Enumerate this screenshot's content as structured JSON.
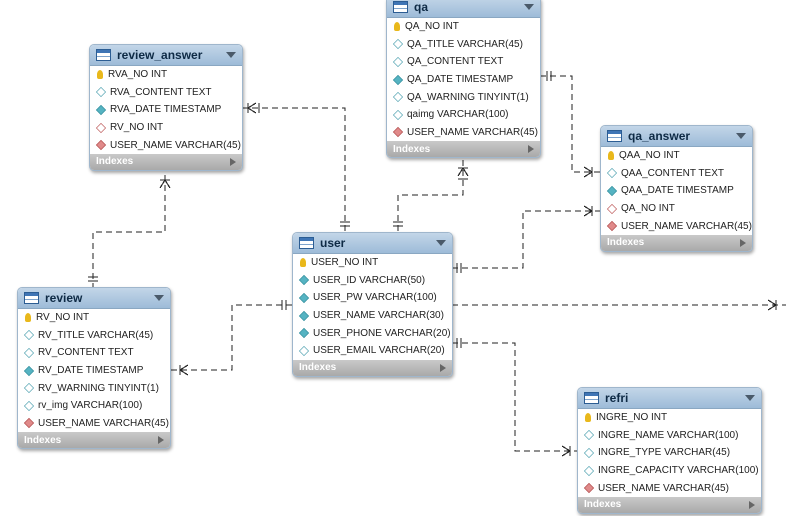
{
  "tables": {
    "qa": {
      "name": "qa",
      "indexes": "Indexes",
      "cols": [
        {
          "t": "QA_NO INT",
          "i": "pk"
        },
        {
          "t": "QA_TITLE VARCHAR(45)",
          "i": "col"
        },
        {
          "t": "QA_CONTENT TEXT",
          "i": "col"
        },
        {
          "t": "QA_DATE TIMESTAMP",
          "i": "colf"
        },
        {
          "t": "QA_WARNING TINYINT(1)",
          "i": "col"
        },
        {
          "t": "qaimg VARCHAR(100)",
          "i": "col"
        },
        {
          "t": "USER_NAME VARCHAR(45)",
          "i": "fk"
        }
      ]
    },
    "review_answer": {
      "name": "review_answer",
      "indexes": "Indexes",
      "cols": [
        {
          "t": "RVA_NO INT",
          "i": "pk"
        },
        {
          "t": "RVA_CONTENT TEXT",
          "i": "col"
        },
        {
          "t": "RVA_DATE TIMESTAMP",
          "i": "colf"
        },
        {
          "t": "RV_NO INT",
          "i": "fko"
        },
        {
          "t": "USER_NAME VARCHAR(45)",
          "i": "fk"
        }
      ]
    },
    "qa_answer": {
      "name": "qa_answer",
      "indexes": "Indexes",
      "cols": [
        {
          "t": "QAA_NO INT",
          "i": "pk"
        },
        {
          "t": "QAA_CONTENT TEXT",
          "i": "col"
        },
        {
          "t": "QAA_DATE TIMESTAMP",
          "i": "colf"
        },
        {
          "t": "QA_NO INT",
          "i": "fko"
        },
        {
          "t": "USER_NAME VARCHAR(45)",
          "i": "fk"
        }
      ]
    },
    "user": {
      "name": "user",
      "indexes": "Indexes",
      "cols": [
        {
          "t": "USER_NO INT",
          "i": "pk"
        },
        {
          "t": "USER_ID VARCHAR(50)",
          "i": "colf"
        },
        {
          "t": "USER_PW VARCHAR(100)",
          "i": "colf"
        },
        {
          "t": "USER_NAME VARCHAR(30)",
          "i": "colf"
        },
        {
          "t": "USER_PHONE VARCHAR(20)",
          "i": "colf"
        },
        {
          "t": "USER_EMAIL VARCHAR(20)",
          "i": "col"
        }
      ]
    },
    "review": {
      "name": "review",
      "indexes": "Indexes",
      "cols": [
        {
          "t": "RV_NO INT",
          "i": "pk"
        },
        {
          "t": "RV_TITLE VARCHAR(45)",
          "i": "col"
        },
        {
          "t": "RV_CONTENT TEXT",
          "i": "col"
        },
        {
          "t": "RV_DATE TIMESTAMP",
          "i": "colf"
        },
        {
          "t": "RV_WARNING TINYINT(1)",
          "i": "col"
        },
        {
          "t": "rv_img VARCHAR(100)",
          "i": "col"
        },
        {
          "t": "USER_NAME VARCHAR(45)",
          "i": "fk"
        }
      ]
    },
    "refri": {
      "name": "refri",
      "indexes": "Indexes",
      "cols": [
        {
          "t": "INGRE_NO INT",
          "i": "pk"
        },
        {
          "t": "INGRE_NAME VARCHAR(100)",
          "i": "col"
        },
        {
          "t": "INGRE_TYPE VARCHAR(45)",
          "i": "col"
        },
        {
          "t": "INGRE_CAPACITY VARCHAR(100)",
          "i": "col"
        },
        {
          "t": "USER_NAME VARCHAR(45)",
          "i": "fk"
        }
      ]
    }
  }
}
